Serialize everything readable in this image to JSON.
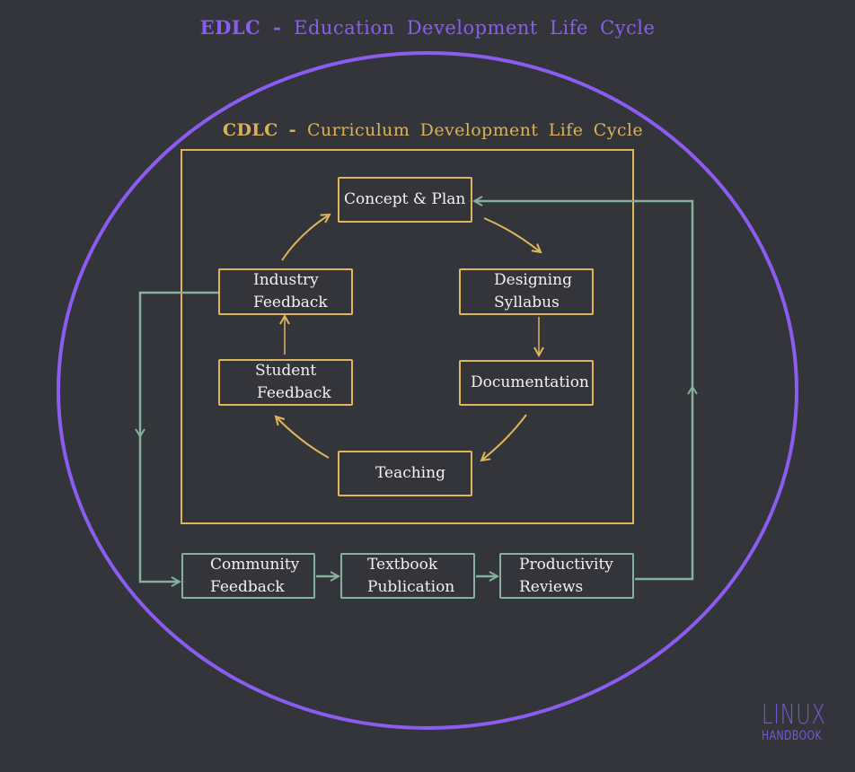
{
  "edlc": {
    "abbr": "EDLC",
    "dash": " - ",
    "name": "Education  Development  Life  Cycle"
  },
  "cdlc": {
    "abbr": "CDLC",
    "dash": " - ",
    "name": "Curriculum  Development  Life  Cycle"
  },
  "cycle": {
    "concept_plan": [
      "Concept  &  Plan"
    ],
    "designing_syllabus": [
      "Designing",
      "Syllabus"
    ],
    "documentation": [
      "Documentation"
    ],
    "teaching": [
      "Teaching"
    ],
    "student_feedback": [
      "Student",
      "Feedback"
    ],
    "industry_feedback": [
      "Industry",
      "Feedback"
    ]
  },
  "outer": {
    "community_feedback": [
      "Community",
      "Feedback"
    ],
    "textbook_publication": [
      "Textbook",
      "Publication"
    ],
    "productivity_reviews": [
      "Productivity",
      "Reviews"
    ]
  },
  "logo": {
    "line1": "LINUX",
    "line2": "HANDBOOK"
  },
  "colors": {
    "purple": "#8a5cf0",
    "gold": "#e0b65a",
    "green": "#86b19d",
    "background": "#34353b"
  }
}
